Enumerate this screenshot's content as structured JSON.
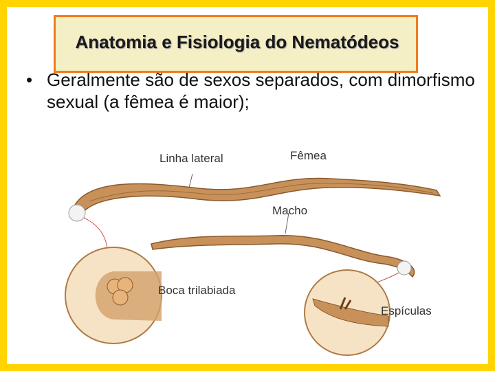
{
  "slide": {
    "title": "Anatomia e Fisiologia do Nematódeos",
    "bullet": "Geralmente são de sexos separados, com dimorfismo sexual (a fêmea é maior);"
  },
  "figure": {
    "labels": {
      "linha_lateral": "Linha lateral",
      "femea": "Fêmea",
      "macho": "Macho",
      "boca": "Boca trilabiada",
      "espiculas": "Espículas"
    }
  },
  "colors": {
    "frame": "#ffd400",
    "title_fill": "#f5efc6",
    "title_border": "#f07c1c",
    "worm_body": "#c8915a",
    "worm_dark": "#8a5a2c"
  }
}
